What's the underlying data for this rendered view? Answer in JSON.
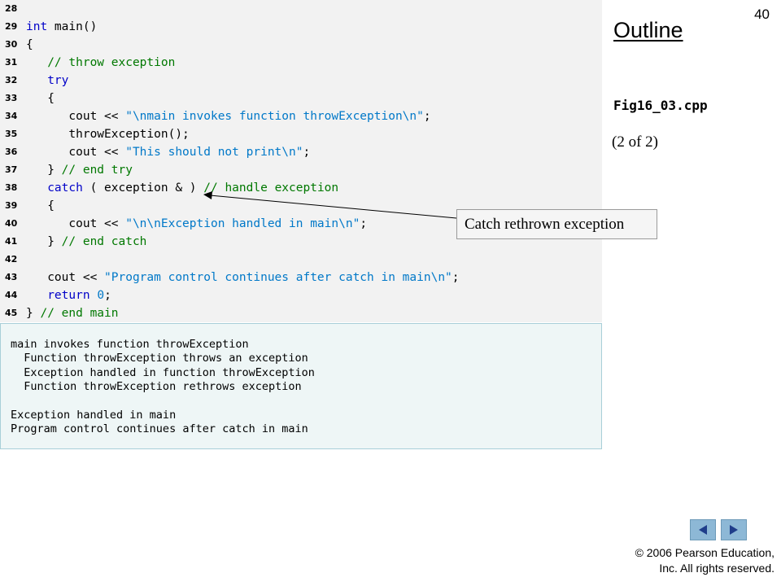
{
  "slide": {
    "number": "40",
    "outline_title": "Outline",
    "figure_name": "Fig16_03.cpp",
    "page_of": "(2 of 2)"
  },
  "code": {
    "lines": [
      {
        "n": "28",
        "segs": []
      },
      {
        "n": "29",
        "segs": [
          {
            "t": "int",
            "c": "kw"
          },
          {
            "t": " main()",
            "c": ""
          }
        ]
      },
      {
        "n": "30",
        "segs": [
          {
            "t": "{",
            "c": ""
          }
        ]
      },
      {
        "n": "31",
        "segs": [
          {
            "t": "   // throw exception",
            "c": "cm"
          }
        ]
      },
      {
        "n": "32",
        "segs": [
          {
            "t": "   ",
            "c": ""
          },
          {
            "t": "try",
            "c": "kw"
          }
        ]
      },
      {
        "n": "33",
        "segs": [
          {
            "t": "   {",
            "c": ""
          }
        ]
      },
      {
        "n": "34",
        "segs": [
          {
            "t": "      cout << ",
            "c": ""
          },
          {
            "t": "\"\\nmain invokes function throwException\\n\"",
            "c": "st"
          },
          {
            "t": ";",
            "c": ""
          }
        ]
      },
      {
        "n": "35",
        "segs": [
          {
            "t": "      throwException();",
            "c": ""
          }
        ]
      },
      {
        "n": "36",
        "segs": [
          {
            "t": "      cout << ",
            "c": ""
          },
          {
            "t": "\"This should not print\\n\"",
            "c": "st"
          },
          {
            "t": ";",
            "c": ""
          }
        ]
      },
      {
        "n": "37",
        "segs": [
          {
            "t": "   } ",
            "c": ""
          },
          {
            "t": "// end try",
            "c": "cm"
          }
        ]
      },
      {
        "n": "38",
        "segs": [
          {
            "t": "   ",
            "c": ""
          },
          {
            "t": "catch",
            "c": "kw"
          },
          {
            "t": " ( exception & ) ",
            "c": ""
          },
          {
            "t": "// handle exception",
            "c": "cm"
          }
        ]
      },
      {
        "n": "39",
        "segs": [
          {
            "t": "   {",
            "c": ""
          }
        ]
      },
      {
        "n": "40",
        "segs": [
          {
            "t": "      cout << ",
            "c": ""
          },
          {
            "t": "\"\\n\\nException handled in main\\n\"",
            "c": "st"
          },
          {
            "t": ";",
            "c": ""
          }
        ]
      },
      {
        "n": "41",
        "segs": [
          {
            "t": "   } ",
            "c": ""
          },
          {
            "t": "// end catch",
            "c": "cm"
          }
        ]
      },
      {
        "n": "42",
        "segs": []
      },
      {
        "n": "43",
        "segs": [
          {
            "t": "   cout << ",
            "c": ""
          },
          {
            "t": "\"Program control continues after catch in main\\n\"",
            "c": "st"
          },
          {
            "t": ";",
            "c": ""
          }
        ]
      },
      {
        "n": "44",
        "segs": [
          {
            "t": "   ",
            "c": ""
          },
          {
            "t": "return",
            "c": "kw"
          },
          {
            "t": " ",
            "c": ""
          },
          {
            "t": "0",
            "c": "st"
          },
          {
            "t": ";",
            "c": ""
          }
        ]
      },
      {
        "n": "45",
        "segs": [
          {
            "t": "} ",
            "c": ""
          },
          {
            "t": "// end main",
            "c": "cm"
          }
        ]
      }
    ]
  },
  "output": {
    "lines": [
      "main invokes function throwException",
      "  Function throwException throws an exception",
      "  Exception handled in function throwException",
      "  Function throwException rethrows exception",
      "",
      "Exception handled in main",
      "Program control continues after catch in main"
    ]
  },
  "callout": {
    "text": "Catch rethrown exception"
  },
  "colors": {
    "keyword": "#0000c8",
    "comment": "#007800",
    "string": "#0078c8",
    "nav_button": "#8db8d6",
    "nav_arrow": "#1f3d8a"
  },
  "nav": {
    "prev_icon": "triangle-left-icon",
    "next_icon": "triangle-right-icon"
  },
  "footer": {
    "copyright_line1": "© 2006 Pearson Education,",
    "copyright_line2": "Inc.  All rights reserved."
  }
}
